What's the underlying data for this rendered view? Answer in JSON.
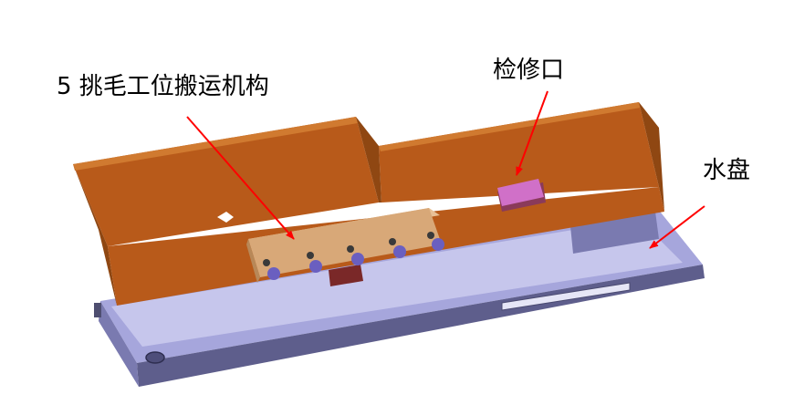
{
  "labels": {
    "mechanism": "5 挑毛工位搬运机构",
    "inspection_hatch": "检修口",
    "water_tray": "水盘"
  },
  "colors": {
    "background": "#ffffff",
    "tray_top": "#a6a6dc",
    "tray_front": "#5e5e8c",
    "tray_side": "#7a7ab0",
    "tray_inner": "#c6c6ec",
    "wall_front": "#b85a1a",
    "wall_top": "#d07a30",
    "wall_inner": "#8f4712",
    "carriage": "#d8a878",
    "carriage_top": "#e8c096",
    "knob": "#6a5fc0",
    "hatch": "#d070c8",
    "arrow": "#ff0000"
  }
}
